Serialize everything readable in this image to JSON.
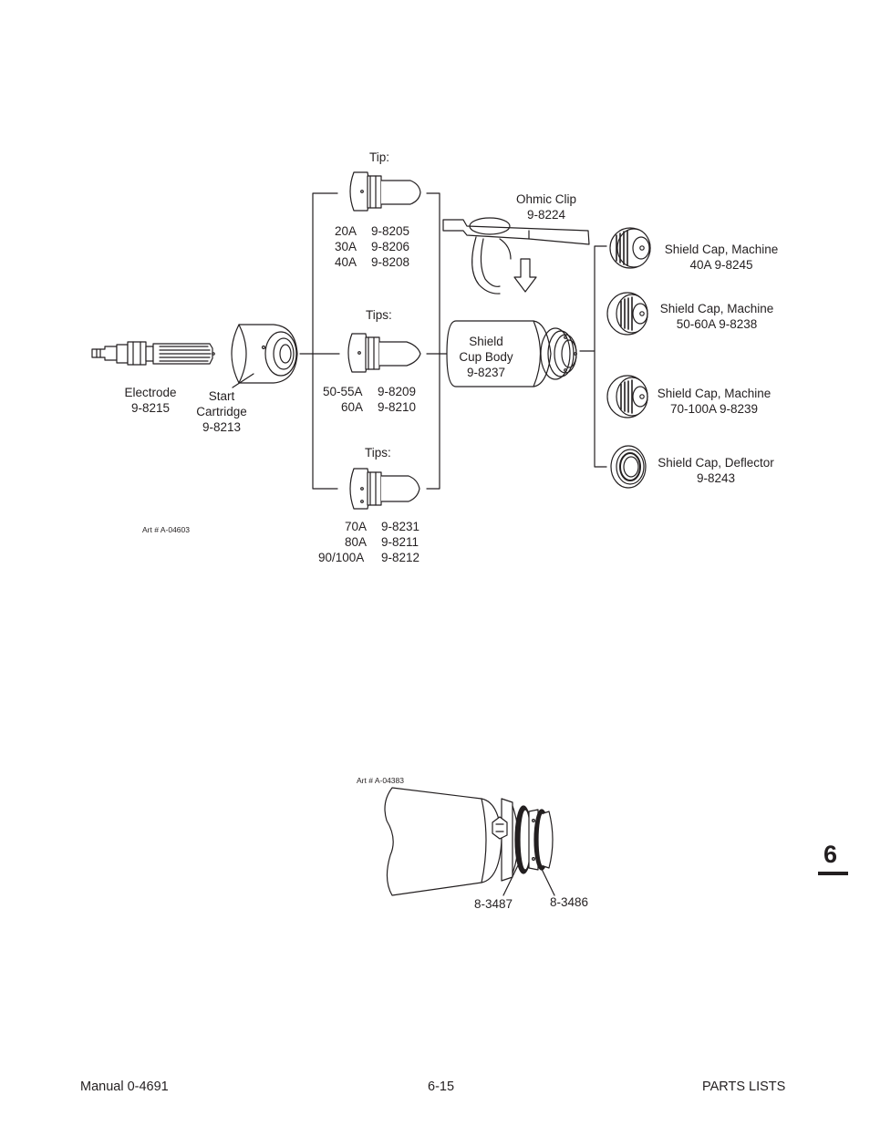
{
  "diagram1": {
    "art_number": "Art # A-04603",
    "electrode": {
      "name": "Electrode",
      "part": "9-8215"
    },
    "start_cartridge": {
      "name_line1": "Start",
      "name_line2": "Cartridge",
      "part": "9-8213"
    },
    "tip_group_1": {
      "heading": "Tip:",
      "rows": [
        {
          "amps": "20A",
          "part": "9-8205"
        },
        {
          "amps": "30A",
          "part": "9-8206"
        },
        {
          "amps": "40A",
          "part": "9-8208"
        }
      ]
    },
    "tip_group_2": {
      "heading": "Tips:",
      "rows": [
        {
          "amps": "50-55A",
          "part": "9-8209"
        },
        {
          "amps": "60A",
          "part": "9-8210"
        }
      ]
    },
    "tip_group_3": {
      "heading": "Tips:",
      "rows": [
        {
          "amps": "70A",
          "part": "9-8231"
        },
        {
          "amps": "80A",
          "part": "9-8211"
        },
        {
          "amps": "90/100A",
          "part": "9-8212"
        }
      ]
    },
    "ohmic_clip": {
      "name": "Ohmic Clip",
      "part": "9-8224"
    },
    "shield_cup_body": {
      "line1": "Shield",
      "line2": "Cup Body",
      "part": "9-8237"
    },
    "shield_caps": [
      {
        "name": "Shield Cap, Machine",
        "detail": "40A  9-8245"
      },
      {
        "name": "Shield Cap, Machine",
        "detail": "50-60A  9-8238"
      },
      {
        "name": "Shield Cap, Machine",
        "detail": "70-100A  9-8239"
      },
      {
        "name": "Shield Cap, Deflector",
        "detail": "9-8243"
      }
    ]
  },
  "diagram2": {
    "art_number": "Art # A-04383",
    "oring_left": "8-3487",
    "oring_right": "8-3486"
  },
  "footer": {
    "manual": "Manual 0-4691",
    "page": "6-15",
    "section": "PARTS LISTS"
  },
  "section_tab": "6"
}
